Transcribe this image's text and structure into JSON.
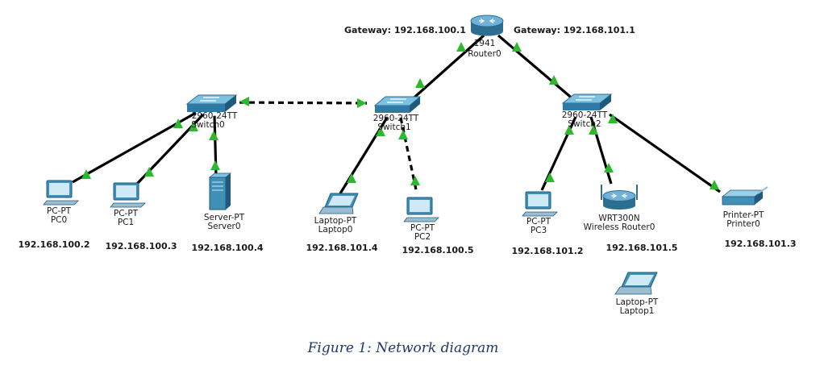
{
  "gateways": {
    "left": "Gateway: 192.168.100.1",
    "right": "Gateway: 192.168.101.1"
  },
  "devices": {
    "router0": {
      "model": "1941",
      "name": "Router0",
      "icon": "router-icon"
    },
    "switch0": {
      "model": "2960-24TT",
      "name": "Switch0",
      "icon": "switch-icon"
    },
    "switch1": {
      "model": "2960-24TT",
      "name": "Switch1",
      "icon": "switch-icon"
    },
    "switch2": {
      "model": "2960-24TT",
      "name": "Switch2",
      "icon": "switch-icon"
    },
    "pc0": {
      "model": "PC-PT",
      "name": "PC0",
      "ip": "192.168.100.2",
      "icon": "pc-icon"
    },
    "pc1": {
      "model": "PC-PT",
      "name": "PC1",
      "ip": "192.168.100.3",
      "icon": "pc-icon"
    },
    "server0": {
      "model": "Server-PT",
      "name": "Server0",
      "ip": "192.168.100.4",
      "icon": "server-icon"
    },
    "laptop0": {
      "model": "Laptop-PT",
      "name": "Laptop0",
      "ip": "192.168.101.4",
      "icon": "laptop-icon"
    },
    "pc2": {
      "model": "PC-PT",
      "name": "PC2",
      "ip": "192.168.100.5",
      "icon": "pc-icon"
    },
    "pc3": {
      "model": "PC-PT",
      "name": "PC3",
      "ip": "192.168.101.2",
      "icon": "pc-icon"
    },
    "wrouter0": {
      "model": "WRT300N",
      "name": "Wireless Router0",
      "ip": "192.168.101.5",
      "icon": "wireless-router-icon"
    },
    "printer0": {
      "model": "Printer-PT",
      "name": "Printer0",
      "ip": "192.168.101.3",
      "icon": "printer-icon"
    },
    "laptop1": {
      "model": "Laptop-PT",
      "name": "Laptop1",
      "icon": "laptop-icon"
    }
  },
  "links": [
    {
      "from": "router0",
      "to": "switch1",
      "style": "solid"
    },
    {
      "from": "router0",
      "to": "switch2",
      "style": "solid"
    },
    {
      "from": "switch0",
      "to": "switch1",
      "style": "dashed"
    },
    {
      "from": "switch0",
      "to": "pc0",
      "style": "solid"
    },
    {
      "from": "switch0",
      "to": "pc1",
      "style": "solid"
    },
    {
      "from": "switch0",
      "to": "server0",
      "style": "solid"
    },
    {
      "from": "switch1",
      "to": "laptop0",
      "style": "solid"
    },
    {
      "from": "switch1",
      "to": "pc2",
      "style": "dashed"
    },
    {
      "from": "switch2",
      "to": "pc3",
      "style": "solid"
    },
    {
      "from": "switch2",
      "to": "wrouter0",
      "style": "solid"
    },
    {
      "from": "switch2",
      "to": "printer0",
      "style": "solid"
    }
  ],
  "caption": "Figure 1: Network diagram",
  "colors": {
    "link_up": "#2fb82f",
    "device_blue": "#3f8fb6",
    "caption": "#1f3864"
  }
}
